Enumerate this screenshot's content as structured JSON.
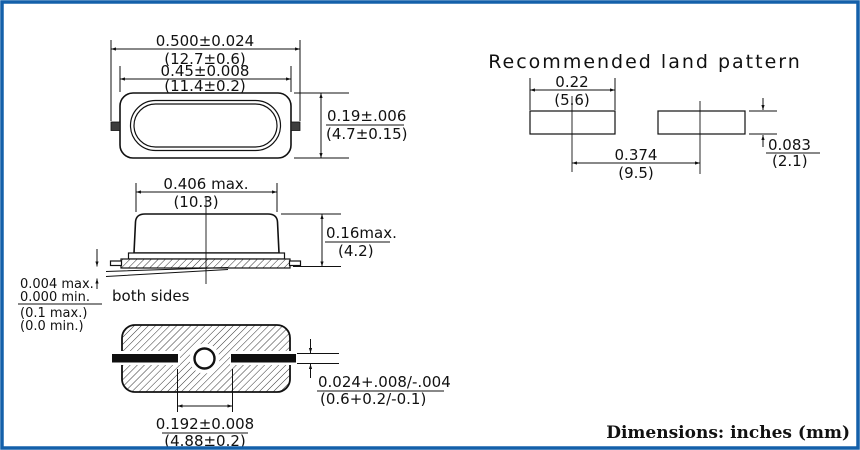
{
  "document": {
    "footer_note": "Dimensions: inches (mm)",
    "border_color": "#1460aa",
    "footer_color": "#1e3c99",
    "line_color": "#111111"
  },
  "crystal_drawing": {
    "top_view": {
      "overall_width_in": "0.500±0.024",
      "overall_width_mm": "(12.7±0.6)",
      "body_width_in": "0.45±0.008",
      "body_width_mm": "(11.4±0.2)",
      "body_depth_in": "0.19±.006",
      "body_depth_mm": "(4.7±0.15)"
    },
    "side_view": {
      "body_length_in": "0.406 max.",
      "body_length_mm": "(10.3)",
      "body_height_in": "0.16max.",
      "body_height_mm": "(4.2)",
      "standoff_in_max": "0.004 max.",
      "standoff_in_min": "0.000 min.",
      "standoff_mm_max": "(0.1 max.)",
      "standoff_mm_min": "(0.0 min.)",
      "standoff_note": "both sides"
    },
    "bottom_view": {
      "lead_thickness_in": "0.024+.008/-.004",
      "lead_thickness_mm": "(0.6+0.2/-0.1)",
      "lead_spacing_in": "0.192±0.008",
      "lead_spacing_mm": "(4.88±0.2)"
    }
  },
  "land_pattern": {
    "title": "Recommended land pattern",
    "pad_width_in": "0.22",
    "pad_width_mm": "(5.6)",
    "pad_pitch_in": "0.374",
    "pad_pitch_mm": "(9.5)",
    "pad_height_in": "0.083",
    "pad_height_mm": "(2.1)"
  }
}
